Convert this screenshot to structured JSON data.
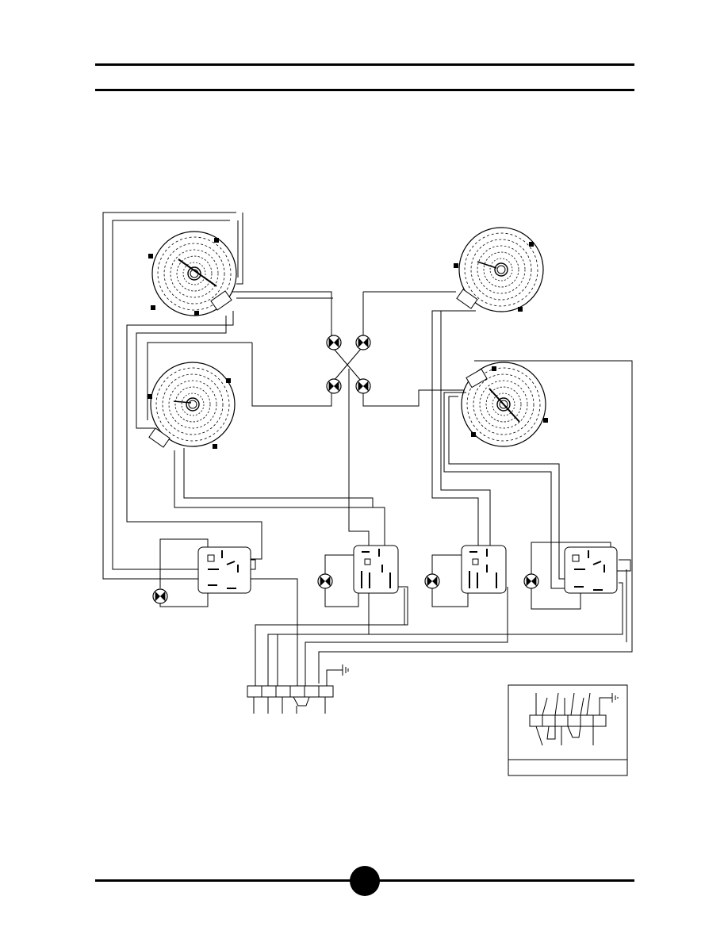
{
  "page": {
    "number": "",
    "rule_color": "#000000",
    "background": "#ffffff"
  },
  "diagram": {
    "wire_color": "#000000",
    "heating_zones": [
      {
        "position": "top-left",
        "icon": "radiant-heating-zone-icon"
      },
      {
        "position": "middle-left",
        "icon": "radiant-heating-zone-icon"
      },
      {
        "position": "top-right",
        "icon": "radiant-heating-zone-icon"
      },
      {
        "position": "middle-right",
        "icon": "radiant-heating-zone-icon"
      }
    ],
    "energy_regulators": 4,
    "indicator_lamps": 8,
    "terminal_block": {
      "terminals": 6,
      "ground_symbol": "ground-icon"
    },
    "inset": {
      "terminals": 6,
      "ground_symbol": "ground-icon"
    }
  }
}
